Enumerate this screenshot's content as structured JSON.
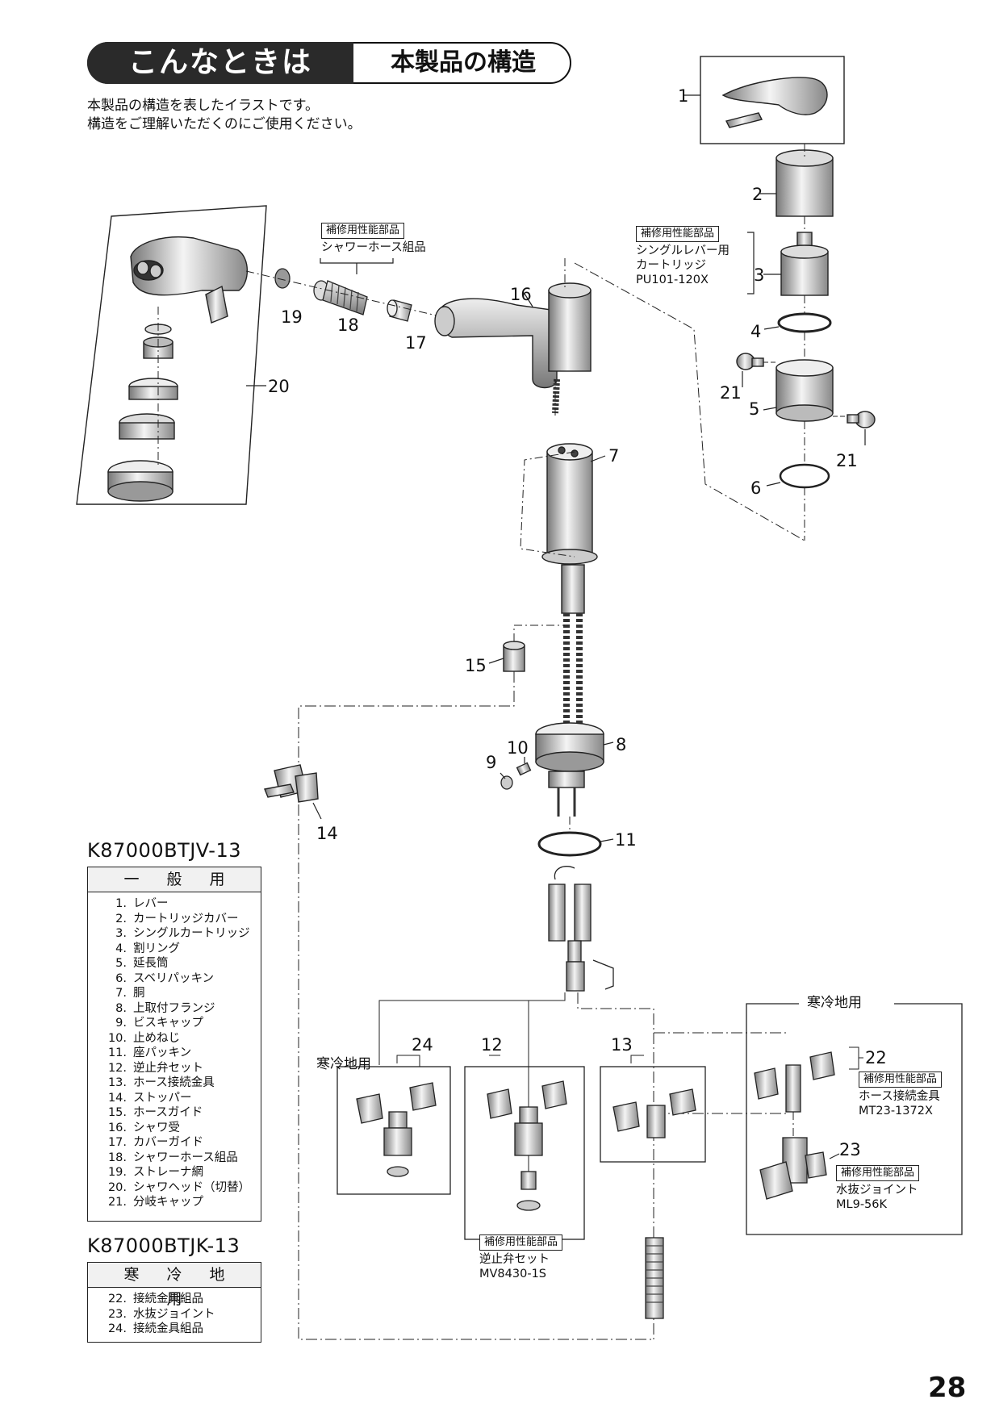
{
  "header": {
    "section": "こんなときは",
    "title": "本製品の構造"
  },
  "intro": {
    "line1": "本製品の構造を表したイラストです。",
    "line2": "構造をご理解いただくのにご使用ください。"
  },
  "callouts": {
    "n1": "1",
    "n2": "2",
    "n3": "3",
    "n4": "4",
    "n5": "5",
    "n6": "6",
    "n7": "7",
    "n8": "8",
    "n9": "9",
    "n10": "10",
    "n11": "11",
    "n12": "12",
    "n13": "13",
    "n14": "14",
    "n15": "15",
    "n16": "16",
    "n17": "17",
    "n18": "18",
    "n19": "19",
    "n20": "20",
    "n21a": "21",
    "n21b": "21",
    "n22": "22",
    "n23": "23",
    "n24": "24"
  },
  "annotations": {
    "shower_hose": {
      "tag": "補修用性能部品",
      "name": "シャワーホース組品"
    },
    "cartridge": {
      "tag": "補修用性能部品",
      "line1": "シングルレバー用",
      "line2": "カートリッジ",
      "code": "PU101-120X"
    },
    "check_valve": {
      "tag": "補修用性能部品",
      "name": "逆止弁セット",
      "code": "MV8430-1S"
    },
    "cold_region_left": "寒冷地用",
    "cold_region_right": "寒冷地用",
    "hose_fitting": {
      "tag": "補修用性能部品",
      "name": "ホース接続金具",
      "code": "MT23-1372X"
    },
    "drain_joint": {
      "tag": "補修用性能部品",
      "name": "水抜ジョイント",
      "code": "ML9-56K"
    }
  },
  "parts_general": {
    "model": "K87000BTJV-13",
    "header": "一般用",
    "items": [
      {
        "num": "1.",
        "name": "レバー"
      },
      {
        "num": "2.",
        "name": "カートリッジカバー"
      },
      {
        "num": "3.",
        "name": "シングルカートリッジ"
      },
      {
        "num": "4.",
        "name": "割リング"
      },
      {
        "num": "5.",
        "name": "延長筒"
      },
      {
        "num": "6.",
        "name": "スベリパッキン"
      },
      {
        "num": "7.",
        "name": "胴"
      },
      {
        "num": "8.",
        "name": "上取付フランジ"
      },
      {
        "num": "9.",
        "name": "ビスキャップ"
      },
      {
        "num": "10.",
        "name": "止めねじ"
      },
      {
        "num": "11.",
        "name": "座パッキン"
      },
      {
        "num": "12.",
        "name": "逆止弁セット"
      },
      {
        "num": "13.",
        "name": "ホース接続金具"
      },
      {
        "num": "14.",
        "name": "ストッパー"
      },
      {
        "num": "15.",
        "name": "ホースガイド"
      },
      {
        "num": "16.",
        "name": "シャワ受"
      },
      {
        "num": "17.",
        "name": "カバーガイド"
      },
      {
        "num": "18.",
        "name": "シャワーホース組品"
      },
      {
        "num": "19.",
        "name": "ストレーナ網"
      },
      {
        "num": "20.",
        "name": "シャワヘッド（切替）"
      },
      {
        "num": "21.",
        "name": "分岐キャップ"
      }
    ]
  },
  "parts_cold": {
    "model": "K87000BTJK-13",
    "header": "寒冷地用",
    "items": [
      {
        "num": "22.",
        "name": "接続金具組品"
      },
      {
        "num": "23.",
        "name": "水抜ジョイント"
      },
      {
        "num": "24.",
        "name": "接続金具組品"
      }
    ]
  },
  "page_number": "28"
}
